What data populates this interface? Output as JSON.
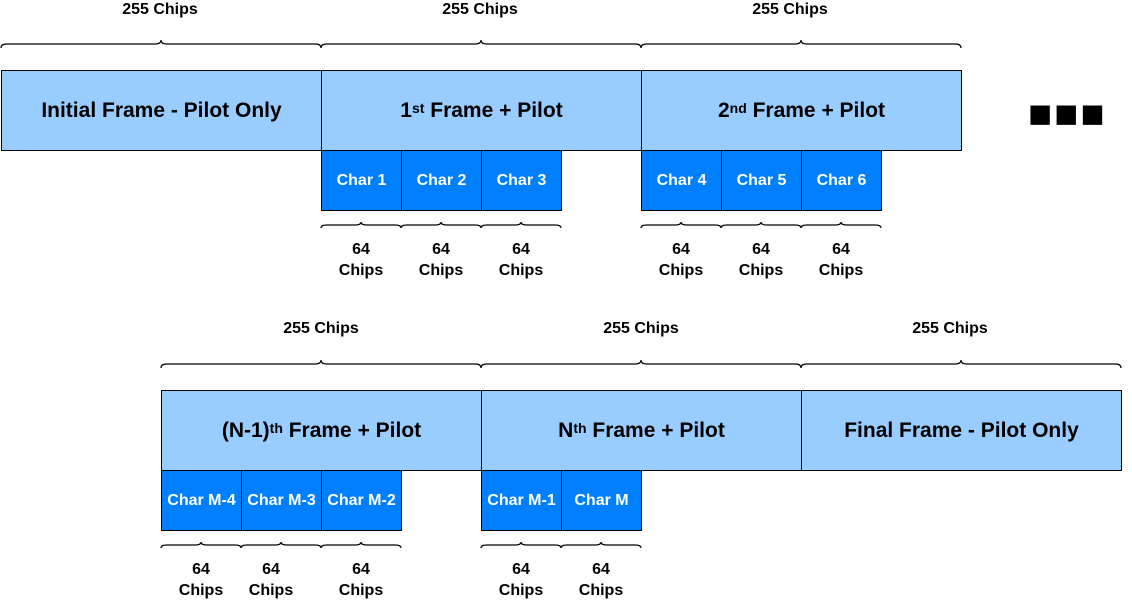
{
  "top_row": {
    "span_labels": [
      "255 Chips",
      "255 Chips",
      "255 Chips"
    ],
    "frames": [
      {
        "pre": "Initial Frame - Pilot Only",
        "sup": "",
        "post": ""
      },
      {
        "pre": "1",
        "sup": "st",
        "post": " Frame + Pilot"
      },
      {
        "pre": "2",
        "sup": "nd",
        "post": " Frame + Pilot"
      }
    ],
    "chars": [
      "Char 1",
      "Char 2",
      "Char 3",
      "Char 4",
      "Char 5",
      "Char 6"
    ],
    "char_labels": [
      {
        "value": "64",
        "unit": "Chips"
      },
      {
        "value": "64",
        "unit": "Chips"
      },
      {
        "value": "64",
        "unit": "Chips"
      },
      {
        "value": "64",
        "unit": "Chips"
      },
      {
        "value": "64",
        "unit": "Chips"
      },
      {
        "value": "64",
        "unit": "Chips"
      }
    ],
    "ellipsis": "■■■"
  },
  "bottom_row": {
    "span_labels": [
      "255 Chips",
      "255 Chips",
      "255 Chips"
    ],
    "frames": [
      {
        "pre": "(N-1)",
        "sup": "th",
        "post": " Frame + Pilot"
      },
      {
        "pre": "N",
        "sup": "th",
        "post": " Frame + Pilot"
      },
      {
        "pre": "Final Frame - Pilot Only",
        "sup": "",
        "post": ""
      }
    ],
    "chars": [
      "Char M-4",
      "Char M-3",
      "Char M-2",
      "Char M-1",
      "Char M"
    ],
    "char_labels": [
      {
        "value": "64",
        "unit": "Chips"
      },
      {
        "value": "64",
        "unit": "Chips"
      },
      {
        "value": "64",
        "unit": "Chips"
      },
      {
        "value": "64",
        "unit": "Chips"
      },
      {
        "value": "64",
        "unit": "Chips"
      }
    ]
  },
  "colors": {
    "frame_fill": "#99ccff",
    "char_fill": "#007fff",
    "stroke": "#000000"
  }
}
